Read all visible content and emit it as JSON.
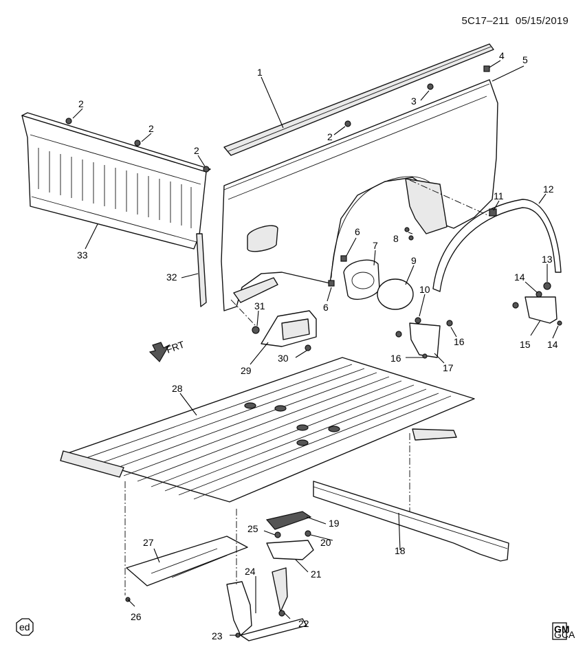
{
  "header": {
    "diagram_code": "5C17–211",
    "date": "05/15/2019"
  },
  "direction_marker": {
    "text": "FRT"
  },
  "corner_badges": {
    "left": "ed",
    "right_top": "GM",
    "right_bottom": "GCA"
  },
  "callouts": [
    {
      "id": "c1",
      "text": "1"
    },
    {
      "id": "c2a",
      "text": "2"
    },
    {
      "id": "c2b",
      "text": "2"
    },
    {
      "id": "c2c",
      "text": "2"
    },
    {
      "id": "c2d",
      "text": "2"
    },
    {
      "id": "c3",
      "text": "3"
    },
    {
      "id": "c4",
      "text": "4"
    },
    {
      "id": "c5",
      "text": "5"
    },
    {
      "id": "c6a",
      "text": "6"
    },
    {
      "id": "c6b",
      "text": "6"
    },
    {
      "id": "c7",
      "text": "7"
    },
    {
      "id": "c8",
      "text": "8"
    },
    {
      "id": "c9",
      "text": "9"
    },
    {
      "id": "c10",
      "text": "10"
    },
    {
      "id": "c11",
      "text": "11"
    },
    {
      "id": "c12",
      "text": "12"
    },
    {
      "id": "c13",
      "text": "13"
    },
    {
      "id": "c14a",
      "text": "14"
    },
    {
      "id": "c14b",
      "text": "14"
    },
    {
      "id": "c15",
      "text": "15"
    },
    {
      "id": "c16a",
      "text": "16"
    },
    {
      "id": "c16b",
      "text": "16"
    },
    {
      "id": "c17",
      "text": "17"
    },
    {
      "id": "c18",
      "text": "18"
    },
    {
      "id": "c19",
      "text": "19"
    },
    {
      "id": "c20",
      "text": "20"
    },
    {
      "id": "c21",
      "text": "21"
    },
    {
      "id": "c22",
      "text": "22"
    },
    {
      "id": "c23",
      "text": "23"
    },
    {
      "id": "c24",
      "text": "24"
    },
    {
      "id": "c25",
      "text": "25"
    },
    {
      "id": "c26",
      "text": "26"
    },
    {
      "id": "c27",
      "text": "27"
    },
    {
      "id": "c28",
      "text": "28"
    },
    {
      "id": "c29",
      "text": "29"
    },
    {
      "id": "c30",
      "text": "30"
    },
    {
      "id": "c31",
      "text": "31"
    },
    {
      "id": "c32",
      "text": "32"
    },
    {
      "id": "c33",
      "text": "33"
    }
  ]
}
